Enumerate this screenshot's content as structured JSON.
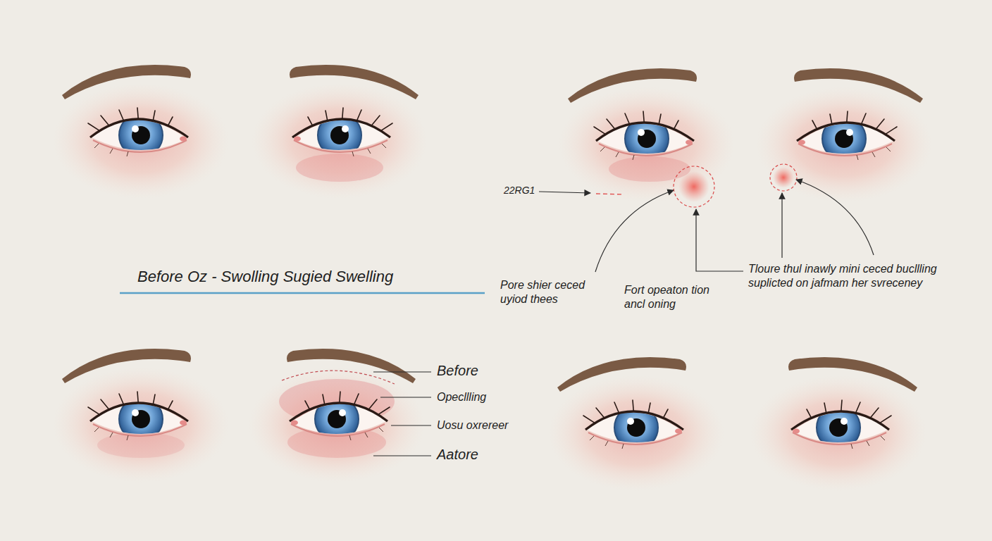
{
  "diagram": {
    "title": "Before Oz - Swolling Sugied Swelling",
    "labels": [
      "22RG1",
      "Pore shier ceced uyiod thees",
      "Fort opeaton tion ancl oning",
      "Tloure thul inawly mini ceced bucllling suplicted on jafmam her svreceney",
      "Before",
      "Opecllling",
      "Uosu oxrereer",
      "Aatore"
    ]
  }
}
